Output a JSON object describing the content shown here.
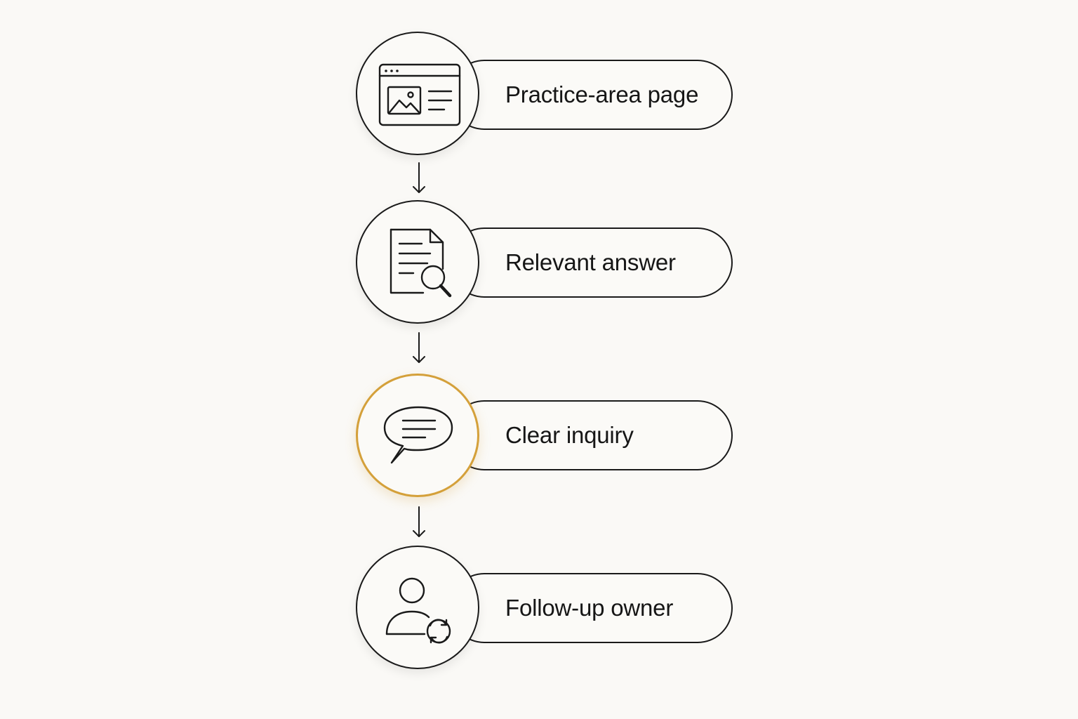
{
  "steps": [
    {
      "label": "Practice-area page",
      "icon": "browser-window-icon"
    },
    {
      "label": "Relevant answer",
      "icon": "document-search-icon"
    },
    {
      "label": "Clear inquiry",
      "icon": "chat-bubble-icon",
      "highlighted": true
    },
    {
      "label": "Follow-up owner",
      "icon": "user-refresh-icon"
    }
  ],
  "colors": {
    "background": "#faf9f6",
    "stroke": "#1a1a1a",
    "highlight": "#d4a03a"
  }
}
